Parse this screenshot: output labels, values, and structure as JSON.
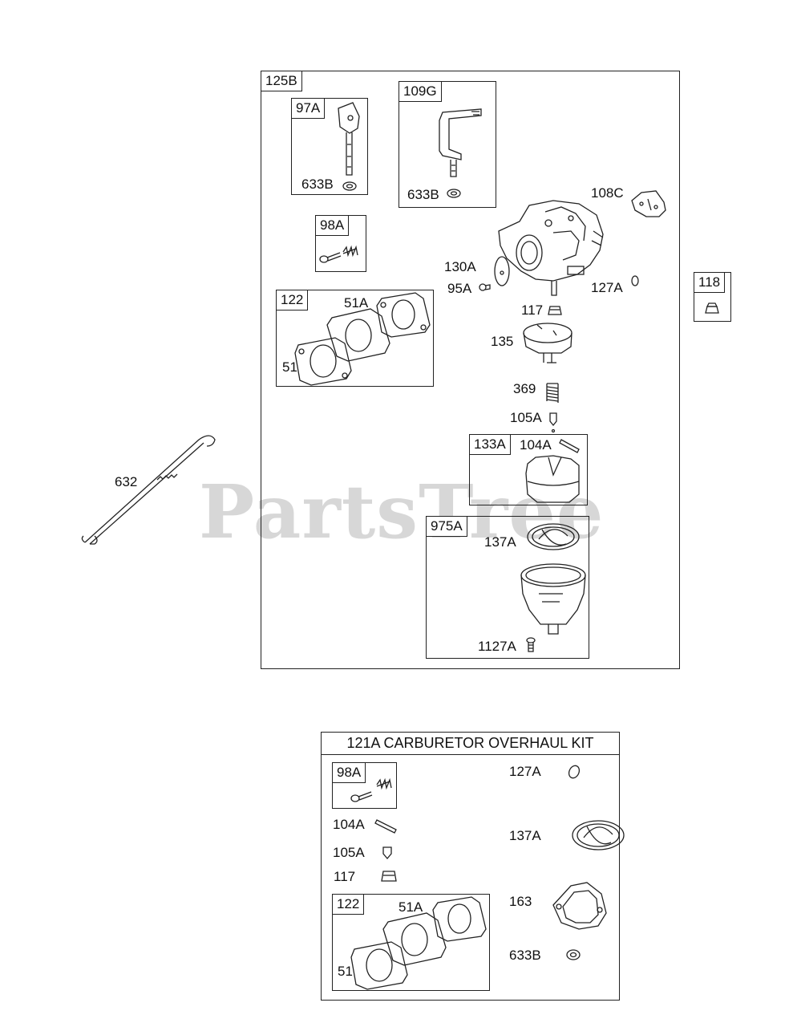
{
  "watermark": "PartsTree",
  "main_assembly": {
    "tag": "125B",
    "sub_boxes": {
      "b97A": {
        "tag": "97A",
        "part": "633B"
      },
      "b109G": {
        "tag": "109G",
        "part": "633B"
      },
      "b98A": {
        "tag": "98A"
      },
      "b122": {
        "tag": "122",
        "parts": [
          "51A",
          "51"
        ]
      },
      "b133A": {
        "tag": "133A",
        "part": "104A"
      },
      "b975A": {
        "tag": "975A",
        "parts": [
          "137A",
          "1127A"
        ]
      }
    },
    "labels": [
      "108C",
      "130A",
      "95A",
      "127A",
      "117",
      "135",
      "369",
      "105A"
    ]
  },
  "standalone": {
    "b118": {
      "tag": "118"
    },
    "wire": "632"
  },
  "overhaul_kit": {
    "title": "121A CARBURETOR OVERHAUL KIT",
    "b98A": {
      "tag": "98A"
    },
    "b122": {
      "tag": "122",
      "parts": [
        "51A",
        "51"
      ]
    },
    "left_labels": [
      "104A",
      "105A",
      "117"
    ],
    "right_labels": [
      "127A",
      "137A",
      "163",
      "633B"
    ]
  }
}
